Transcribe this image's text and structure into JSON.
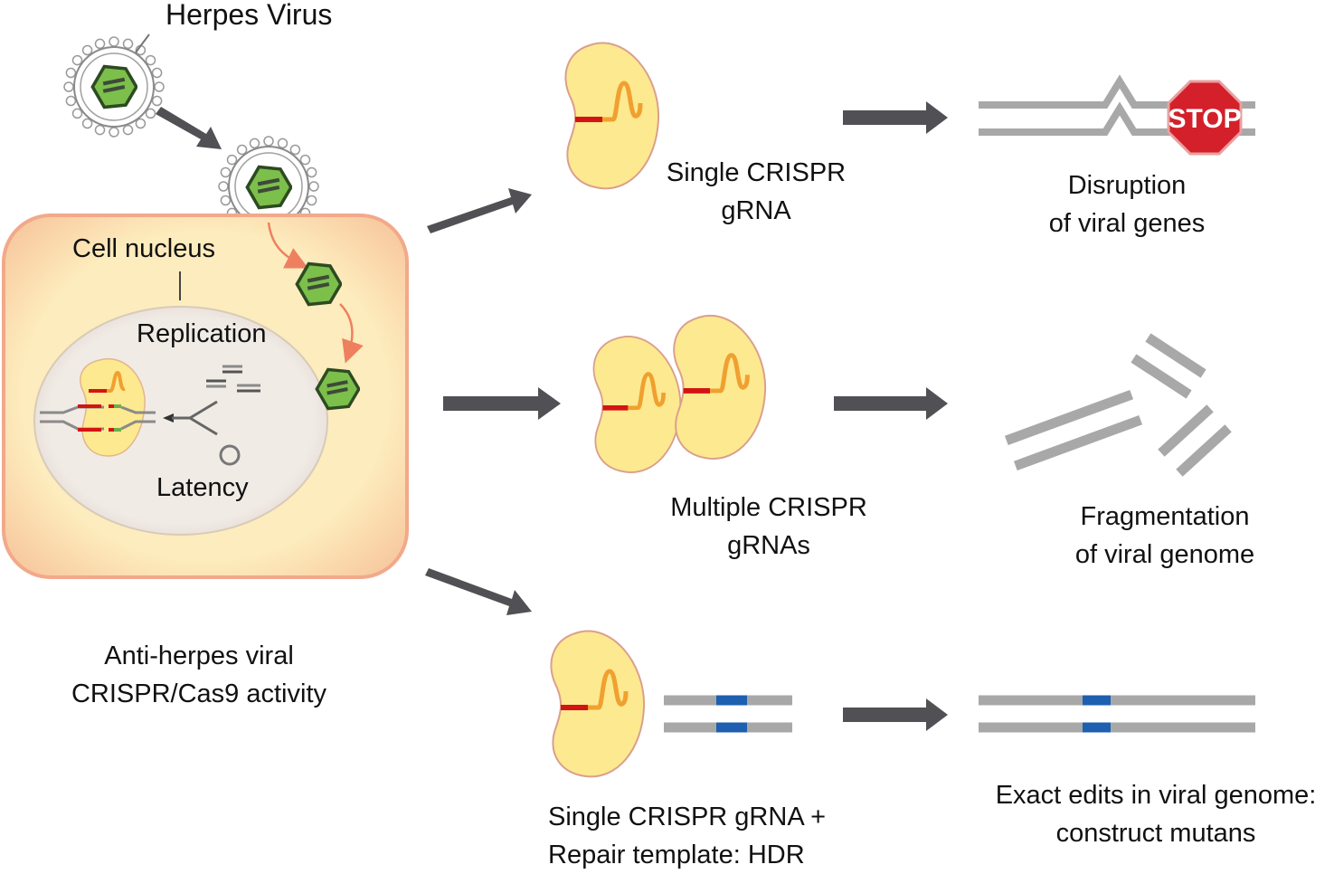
{
  "title": "Herpes Virus",
  "cell": {
    "nucleus_label": "Cell nucleus",
    "replication_label": "Replication",
    "latency_label": "Latency"
  },
  "caption": {
    "line1": "Anti-herpes viral",
    "line2": "CRISPR/Cas9 activity"
  },
  "strategies": [
    {
      "id": "single",
      "input_label": {
        "line1": "Single CRISPR",
        "line2": "gRNA"
      },
      "outcome_label": {
        "line1": "Disruption",
        "line2": "of viral genes"
      },
      "outcome_icon": "stop-sign",
      "stop_text": "STOP"
    },
    {
      "id": "multiple",
      "input_label": {
        "line1": "Multiple CRISPR",
        "line2": "gRNAs"
      },
      "outcome_label": {
        "line1": "Fragmentation",
        "line2": "of viral genome"
      },
      "outcome_icon": "dna-fragments"
    },
    {
      "id": "hdr",
      "input_label": {
        "line1": "Single CRISPR gRNA +",
        "line2": "Repair template: HDR"
      },
      "outcome_label": {
        "line1": "Exact edits in viral genome:",
        "line2": "construct mutans"
      },
      "outcome_icon": "edited-dna"
    }
  ],
  "colors": {
    "cell_fill": "#fde9b8",
    "cell_border": "#f2a98a",
    "nucleus_fill": "#efe8e3",
    "cas9_fill": "#fde98f",
    "cas9_border": "#d9a08e",
    "guide_red": "#d31414",
    "rna_orange": "#f0a030",
    "capsid_green": "#78b94a",
    "dna_gray": "#a8a8a8",
    "edit_blue": "#1e5fb0",
    "arrow_gray": "#505055",
    "stop_red": "#d4202a",
    "entry_arrow": "#ee8060"
  }
}
